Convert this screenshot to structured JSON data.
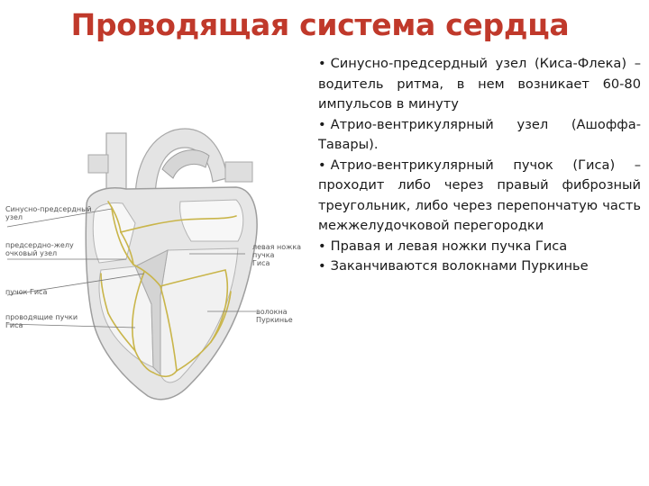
{
  "slide": {
    "title": "Проводящая система сердца"
  },
  "figure": {
    "labels": [
      "Синусно-предсердный\nузел",
      "предсердно-желу\nочковый узел",
      "пучок Гиса",
      "проводящие пучки\nГиса",
      "левая ножка пучка\nГиса",
      "волокна Пуркинье"
    ]
  },
  "bullets": [
    "Синусно-предсердный узел (Киса-Флека) – водитель ритма, в нем возникает 60-80 импульсов в минуту",
    "Атрио-вентрикулярный узел (Ашоффа-Тавары).",
    "Атрио-вентрикулярный пучок (Гиса) –проходит либо через правый фиброзный треугольник, либо через перепончатую часть межжелудочковой перегородки",
    "Правая и левая ножки пучка Гиса",
    "Заканчиваются волокнами Пуркинье"
  ],
  "bullet_symbol": "•",
  "colors": {
    "title": "#c0392b",
    "conduction_path": "#c9b54a",
    "heart_fill": "#dcdcdc",
    "heart_outline": "#9e9e9e"
  }
}
